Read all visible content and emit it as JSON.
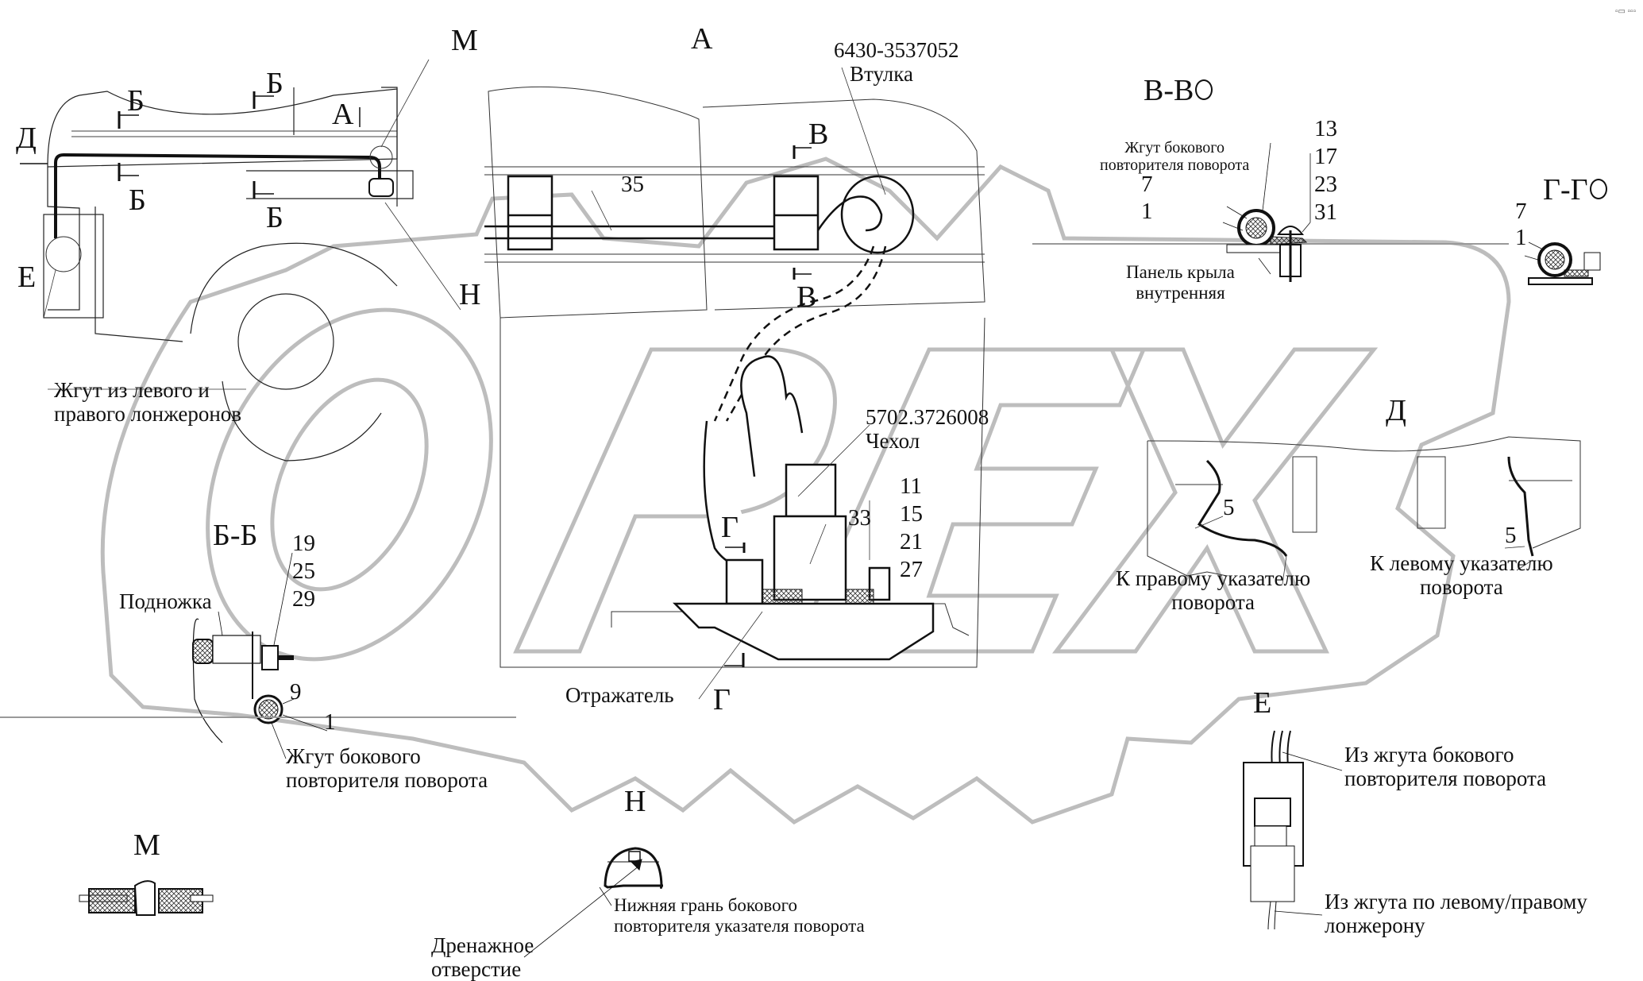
{
  "watermark": {
    "text": "OPEX",
    "color": "#b8b8b8"
  },
  "views": {
    "A": "А",
    "M": "М",
    "H": "Н",
    "D": "Д",
    "E": "Е",
    "BB": "Б-Б",
    "VV": "В-В",
    "GG": "Г-Г",
    "G": "Г",
    "V": "В",
    "B": "Б"
  },
  "section_markers": {
    "b1": "Б",
    "b2": "Б",
    "b3": "Б",
    "b4": "Б",
    "a_arrow": "А",
    "d_arrow": "Д",
    "m_callout": "М",
    "h_callout": "Н",
    "e_callout": "Е",
    "v_top": "В",
    "v_bottom": "В",
    "g_top": "Г",
    "g_bottom": "Г"
  },
  "labels": {
    "harness_from_spars": "Жгут из левого и\nправого лонжеронов",
    "bushing_part": "6430-3537052",
    "bushing": "Втулка",
    "cover_part": "5702.3726008",
    "cover": "Чехол",
    "reflector": "Отражатель",
    "vv_harness": "Жгут бокового\nповторителя поворота",
    "vv_panel": "Панель крыла\nвнутренняя",
    "bb_step": "Подножка",
    "bb_harness": "Жгут бокового\nповторителя поворота",
    "d_right": "К правому указателю\nповорота",
    "d_left": "К левому указателю\nповорота",
    "e_from_side": "Из жгута бокового\nповторителя поворота",
    "e_from_spar": "Из жгута по левому/правому\nлонжерону",
    "h_lower_edge": "Нижняя грань бокового\nповторителя указателя поворота",
    "h_drain": "Дренажное\nотверстие"
  },
  "positions": {
    "p35": "35",
    "p33": "33",
    "a_stack": [
      "11",
      "15",
      "21",
      "27"
    ],
    "vv_stack": [
      "13",
      "17",
      "23",
      "31"
    ],
    "vv_7": "7",
    "vv_1": "1",
    "gg_7": "7",
    "gg_1": "1",
    "bb_stack": [
      "19",
      "25",
      "29"
    ],
    "bb_9": "9",
    "bb_1": "1",
    "d_5_right": "5",
    "d_5_left": "5"
  },
  "corner_mark": "▫▭ ▫▫▫"
}
